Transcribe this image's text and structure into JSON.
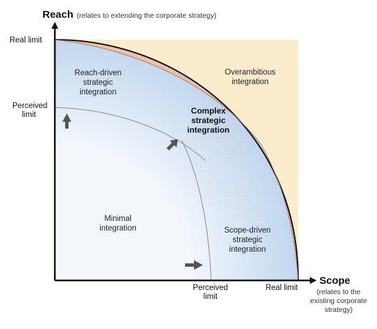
{
  "axes": {
    "y_title": "Reach",
    "y_note": "(relates to extending the corporate strategy)",
    "x_title": "Scope",
    "x_note": [
      "(relates to the",
      "existing corporate",
      "strategy)"
    ],
    "y_real_limit": "Real limit",
    "y_perceived_limit": [
      "Perceived",
      "limit"
    ],
    "x_perceived_limit": [
      "Perceived",
      "limit"
    ],
    "x_real_limit": "Real limit"
  },
  "regions": {
    "overambitious": [
      "Overambitious",
      "integration"
    ],
    "reach_driven": [
      "Reach-driven",
      "strategic",
      "integration"
    ],
    "complex": [
      "Complex",
      "strategic",
      "integration"
    ],
    "minimal": [
      "Minimal",
      "integration"
    ],
    "scope_driven": [
      "Scope-driven",
      "strategic",
      "integration"
    ]
  },
  "colors": {
    "overambitious_fill": "#fbeccd",
    "complex_fill": "#e8b09a",
    "reach_fill": "#cfe0f3",
    "minimal_fill": "#f4f8fd",
    "axis": "#111111",
    "arrow": "#555555"
  }
}
